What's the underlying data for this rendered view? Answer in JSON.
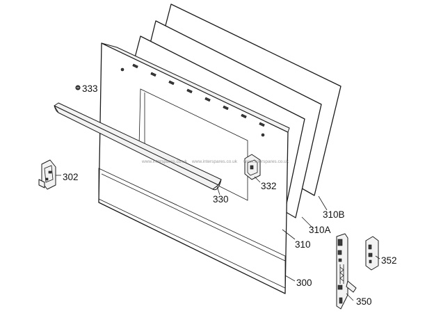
{
  "watermark": {
    "text_left": "www.interspares.co.uk",
    "text_mid": "www.interspares.co.uk",
    "text_right": "www.interspares.co.uk"
  },
  "labels": {
    "p333": "333",
    "p302": "302",
    "p332": "332",
    "p330": "330",
    "p310B": "310B",
    "p310A": "310A",
    "p310": "310",
    "p300": "300",
    "p352": "352",
    "p350": "350"
  },
  "colors": {
    "line": "#1a1a1a",
    "background": "#ffffff"
  }
}
